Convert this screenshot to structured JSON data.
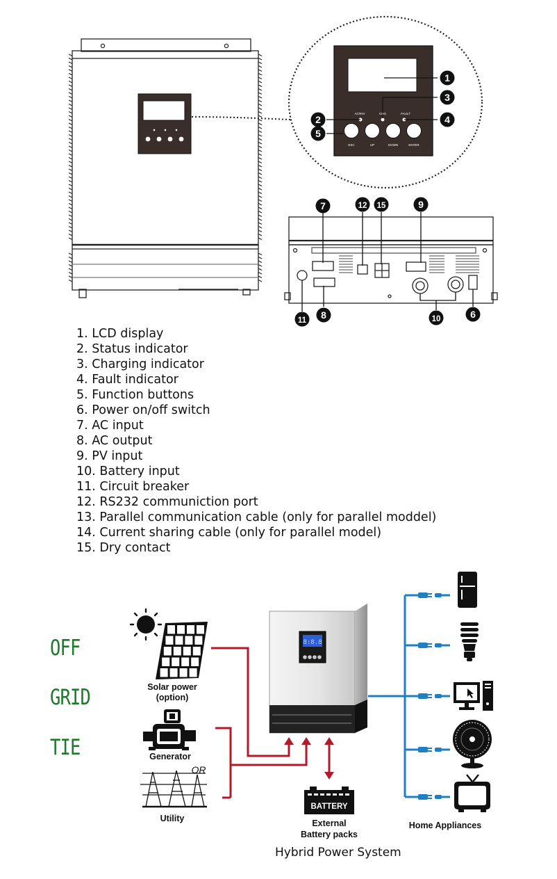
{
  "legend": [
    "1. LCD display",
    "2. Status indicator",
    "3. Charging indicator",
    "4. Fault indicator",
    "5. Function buttons",
    "6. Power on/off switch",
    "7. AC input",
    "8. AC output",
    "9. PV input",
    "10. Battery input",
    "11. Circuit breaker",
    "12. RS232 communiction port",
    "13. Parallel communication cable (only for parallel moddel)",
    "14. Current sharing cable (only for parallel model)",
    "15. Dry contact"
  ],
  "callouts": [
    "1",
    "2",
    "3",
    "4",
    "5",
    "6",
    "7",
    "8",
    "9",
    "10",
    "11",
    "12",
    "15"
  ],
  "panel": {
    "indicators": [
      "AC/INV",
      "CHG",
      "FAULT"
    ],
    "buttons": [
      "ESC",
      "UP",
      "DOWN",
      "ENTER"
    ]
  },
  "system": {
    "side_words": [
      "OFF",
      "GRID",
      "TIE"
    ],
    "solar_label_1": "Solar power",
    "solar_label_2": "(option)",
    "generator_label": "Generator",
    "or_label": "OR",
    "utility_label": "Utility",
    "battery_text": "BATTERY",
    "battery_label_1": "External",
    "battery_label_2": "Battery packs",
    "appliances_label": "Home Appliances",
    "title": "Hybrid Power System"
  },
  "colors": {
    "green_text": "#1c7a2a",
    "red_line": "#b2192b",
    "blue_line": "#1f7fc0",
    "lcd_blue": "#2f5fd8"
  }
}
